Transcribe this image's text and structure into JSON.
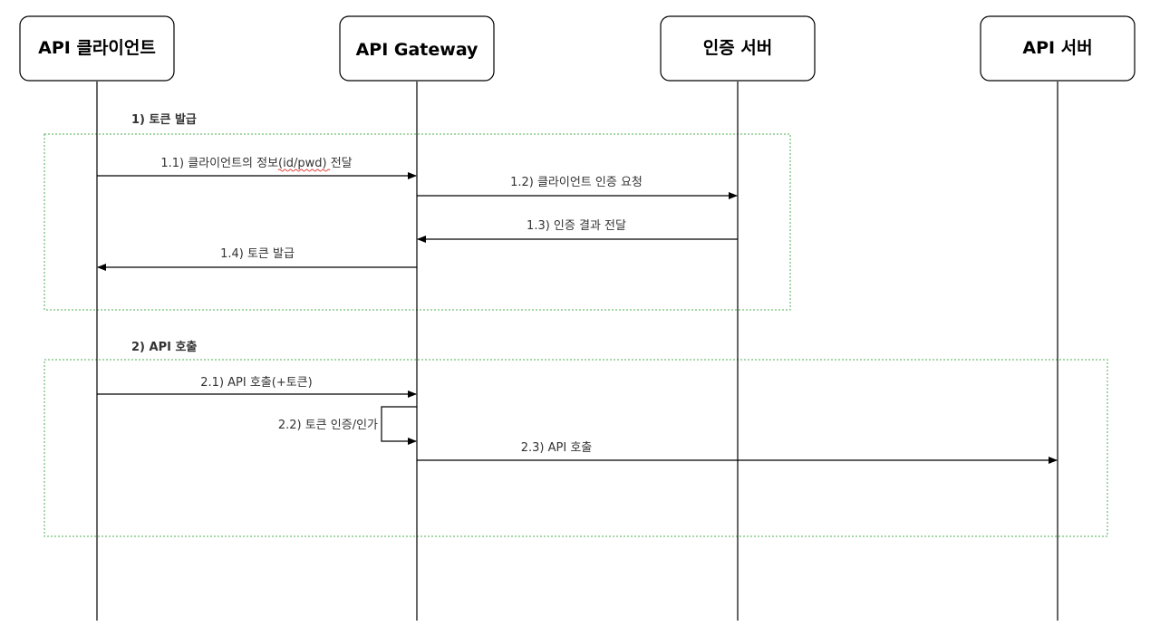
{
  "actors": [
    {
      "name": "API 클라이언트"
    },
    {
      "name": "API Gateway"
    },
    {
      "name": "인증 서버"
    },
    {
      "name": "API 서버"
    }
  ],
  "frames": [
    {
      "title": "1) 토큰 발급"
    },
    {
      "title": "2) API 호출"
    }
  ],
  "messages": [
    {
      "label": "1.1) 클라이언트의 정보(id/pwd) 전달",
      "from": 0,
      "to": 1
    },
    {
      "label": "1.2) 클라이언트 인증 요청",
      "from": 1,
      "to": 2
    },
    {
      "label": "1.3) 인증 결과 전달",
      "from": 2,
      "to": 1
    },
    {
      "label": "1.4) 토큰 발급",
      "from": 1,
      "to": 0
    },
    {
      "label": "2.1) API 호출(+토큰)",
      "from": 0,
      "to": 1
    },
    {
      "label": "2.2) 토큰 인증/인가",
      "from": 1,
      "to": 1
    },
    {
      "label": "2.3) API 호출",
      "from": 1,
      "to": 3
    }
  ]
}
